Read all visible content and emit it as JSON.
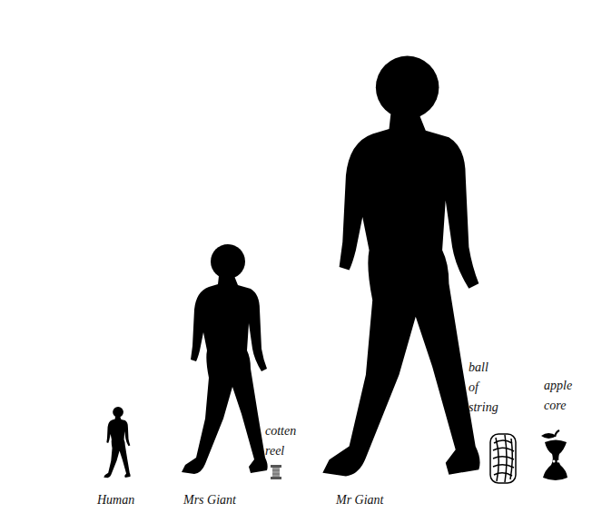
{
  "diagram": {
    "labels": [
      "Human",
      "Mrs Giant",
      "cotten reel",
      "Mr Giant",
      "ball of string",
      "apple core"
    ]
  }
}
